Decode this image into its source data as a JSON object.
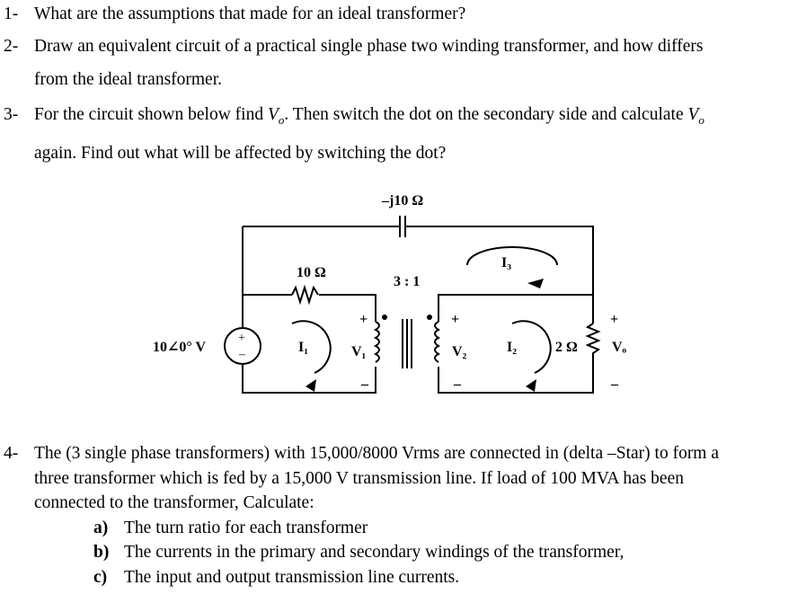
{
  "questions": [
    {
      "number": "1-",
      "text": "What are the assumptions that made for an ideal transformer?"
    },
    {
      "number": "2-",
      "line1": "Draw an equivalent circuit of a practical single phase two winding transformer, and how differs",
      "line2": "from the ideal transformer."
    },
    {
      "number": "3-",
      "line1_a": "For the circuit shown below find ",
      "line1_b": ". Then switch the dot on the secondary side and calculate ",
      "line2": "again. Find out what will be affected by switching the dot?",
      "vo_main": "V",
      "vo_sub": "o"
    },
    {
      "number": "4-",
      "lines": [
        "The (3 single phase transformers) with 15,000/8000 Vrms are connected in (delta –Star) to form a",
        "three transformer which is fed by a 15,000 V transmission line. If load of 100 MVA has been",
        "connected to the transformer, Calculate:"
      ],
      "items": [
        {
          "label": "a)",
          "text": "The turn ratio for each transformer"
        },
        {
          "label": "b)",
          "text": "The currents in the primary and secondary windings of the transformer,"
        },
        {
          "label": "c)",
          "text": "The input and output transmission line currents."
        }
      ]
    }
  ],
  "circuit": {
    "capacitor": "–j10 Ω",
    "resistor1": "10 Ω",
    "ratio": "3 : 1",
    "source": "10∠0° V",
    "i1": "I₁",
    "i2": "I₂",
    "i3": "I₃",
    "v1": "V₁",
    "v2": "V₂",
    "resistor2": "2 Ω",
    "vo": "Vₒ",
    "plus": "+",
    "minus": "–"
  }
}
